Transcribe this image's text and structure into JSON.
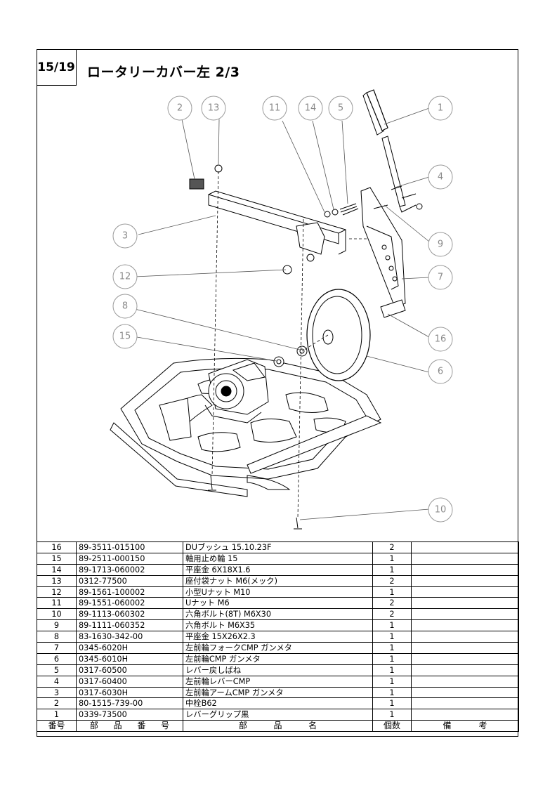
{
  "page": {
    "number": "15/19",
    "title": "ロータリーカバー左 2/3"
  },
  "callouts": [
    "1",
    "2",
    "3",
    "4",
    "5",
    "6",
    "7",
    "8",
    "9",
    "10",
    "11",
    "12",
    "13",
    "14",
    "15",
    "16"
  ],
  "table": {
    "headers": {
      "no": "番号",
      "part_no": [
        "部",
        "品",
        "番",
        "号"
      ],
      "name": [
        "部",
        "品",
        "名"
      ],
      "qty": "個数",
      "remarks": [
        "備",
        "考"
      ]
    },
    "rows": [
      {
        "no": "16",
        "part_no": "89-3511-015100",
        "name": "DUブッシュ 15.10.23F",
        "qty": "2",
        "remarks": ""
      },
      {
        "no": "15",
        "part_no": "89-2511-000150",
        "name": "軸用止め輪 15",
        "qty": "1",
        "remarks": ""
      },
      {
        "no": "14",
        "part_no": "89-1713-060002",
        "name": "平座金 6X18X1.6",
        "qty": "1",
        "remarks": ""
      },
      {
        "no": "13",
        "part_no": "0312-77500",
        "name": "座付袋ナット M6(メック)",
        "qty": "2",
        "remarks": ""
      },
      {
        "no": "12",
        "part_no": "89-1561-100002",
        "name": "小型Uナット M10",
        "qty": "1",
        "remarks": ""
      },
      {
        "no": "11",
        "part_no": "89-1551-060002",
        "name": "Uナット M6",
        "qty": "2",
        "remarks": ""
      },
      {
        "no": "10",
        "part_no": "89-1113-060302",
        "name": "六角ボルト(8T) M6X30",
        "qty": "2",
        "remarks": ""
      },
      {
        "no": "9",
        "part_no": "89-1111-060352",
        "name": "六角ボルト M6X35",
        "qty": "1",
        "remarks": ""
      },
      {
        "no": "8",
        "part_no": "83-1630-342-00",
        "name": "平座金 15X26X2.3",
        "qty": "1",
        "remarks": ""
      },
      {
        "no": "7",
        "part_no": "0345-6020H",
        "name": "左前輪フォークCMP ガンメタ",
        "qty": "1",
        "remarks": ""
      },
      {
        "no": "6",
        "part_no": "0345-6010H",
        "name": "左前輪CMP ガンメタ",
        "qty": "1",
        "remarks": ""
      },
      {
        "no": "5",
        "part_no": "0317-60500",
        "name": "レバー戻しばね",
        "qty": "1",
        "remarks": ""
      },
      {
        "no": "4",
        "part_no": "0317-60400",
        "name": "左前輪レバーCMP",
        "qty": "1",
        "remarks": ""
      },
      {
        "no": "3",
        "part_no": "0317-6030H",
        "name": "左前輪アームCMP ガンメタ",
        "qty": "1",
        "remarks": ""
      },
      {
        "no": "2",
        "part_no": "80-1515-739-00",
        "name": "中栓B62",
        "qty": "1",
        "remarks": ""
      },
      {
        "no": "1",
        "part_no": "0339-73500",
        "name": "レバーグリップ黒",
        "qty": "1",
        "remarks": ""
      }
    ]
  }
}
